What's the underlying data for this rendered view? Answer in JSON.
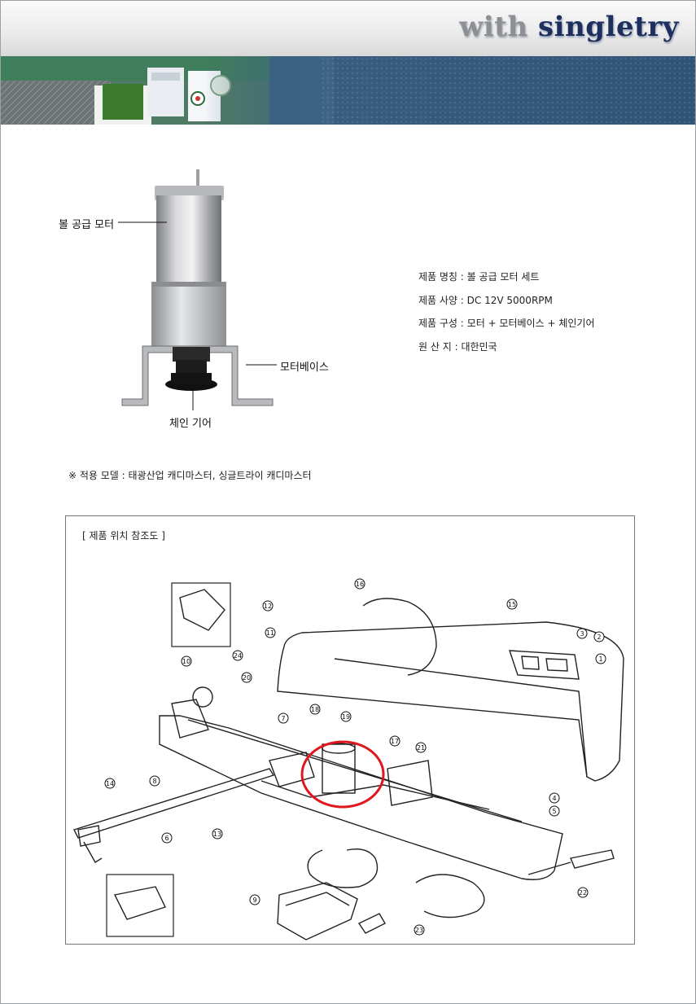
{
  "header": {
    "brand_prefix": "with",
    "brand_name": "singletry",
    "accent_colors": {
      "brand_gray": "#8c8f94",
      "brand_navy": "#1e2f5e",
      "banner_blue": "#3a5f80"
    }
  },
  "product_photo": {
    "labels": {
      "ball_supply_motor": "볼 공급 모터",
      "motor_base": "모터베이스",
      "chain_gear": "체인 기어"
    }
  },
  "specs": [
    {
      "label": "제품 명칭 :",
      "value": "볼 공급 모터 세트"
    },
    {
      "label": "제품 사양 :",
      "value": "DC 12V  5000RPM"
    },
    {
      "label": "제품 구성 :",
      "value": "모터 + 모터베이스 + 체인기어"
    },
    {
      "label": "원  산  지 :",
      "value": "대한민국"
    }
  ],
  "note": "※ 적용 모델 : 태광산업 캐디마스터, 싱글트라이 캐디마스터",
  "diagram": {
    "caption": "[ 제품 위치 참조도 ]",
    "part_numbers": [
      "1",
      "2",
      "3",
      "4",
      "5",
      "6",
      "7",
      "8",
      "9",
      "10",
      "11",
      "12",
      "13",
      "14",
      "15",
      "16",
      "17",
      "18",
      "19",
      "20",
      "21",
      "22",
      "23",
      "24"
    ],
    "highlight_color": "#e0181e"
  }
}
